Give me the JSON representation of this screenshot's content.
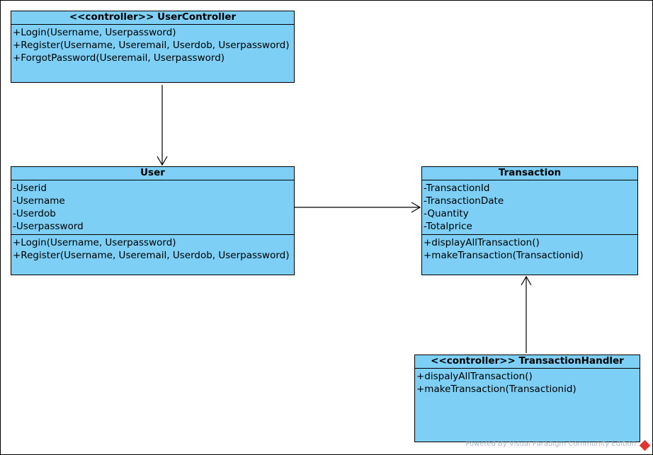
{
  "classes": {
    "user_controller": {
      "name": "<<controller>> UserController",
      "attributes": [],
      "operations": [
        "+Login(Username, Userpassword)",
        "+Register(Username, Useremail, Userdob, Userpassword)",
        "+ForgotPassword(Useremail, Userpassword)"
      ]
    },
    "user": {
      "name": "User",
      "attributes": [
        "-Userid",
        "-Username",
        "-Userdob",
        "-Userpassword"
      ],
      "operations": [
        "+Login(Username, Userpassword)",
        "+Register(Username, Useremail, Userdob, Userpassword)"
      ]
    },
    "transaction": {
      "name": "Transaction",
      "attributes": [
        "-TransactionId",
        "-TransactionDate",
        "-Quantity",
        "-Totalprice"
      ],
      "operations": [
        "+displayAllTransaction()",
        "+makeTransaction(Transactionid)"
      ]
    },
    "transaction_handler": {
      "name": "<<controller>> TransactionHandler",
      "attributes": [],
      "operations": [
        "+dispalyAllTransaction()",
        "+makeTransaction(Transactionid)"
      ]
    }
  },
  "relationships": [
    {
      "from": "UserController",
      "to": "User",
      "type": "directed-association"
    },
    {
      "from": "User",
      "to": "Transaction",
      "type": "directed-association"
    },
    {
      "from": "TransactionHandler",
      "to": "Transaction",
      "type": "directed-association"
    }
  ],
  "watermark": "Powered By Visual Paradigm Community Edition"
}
